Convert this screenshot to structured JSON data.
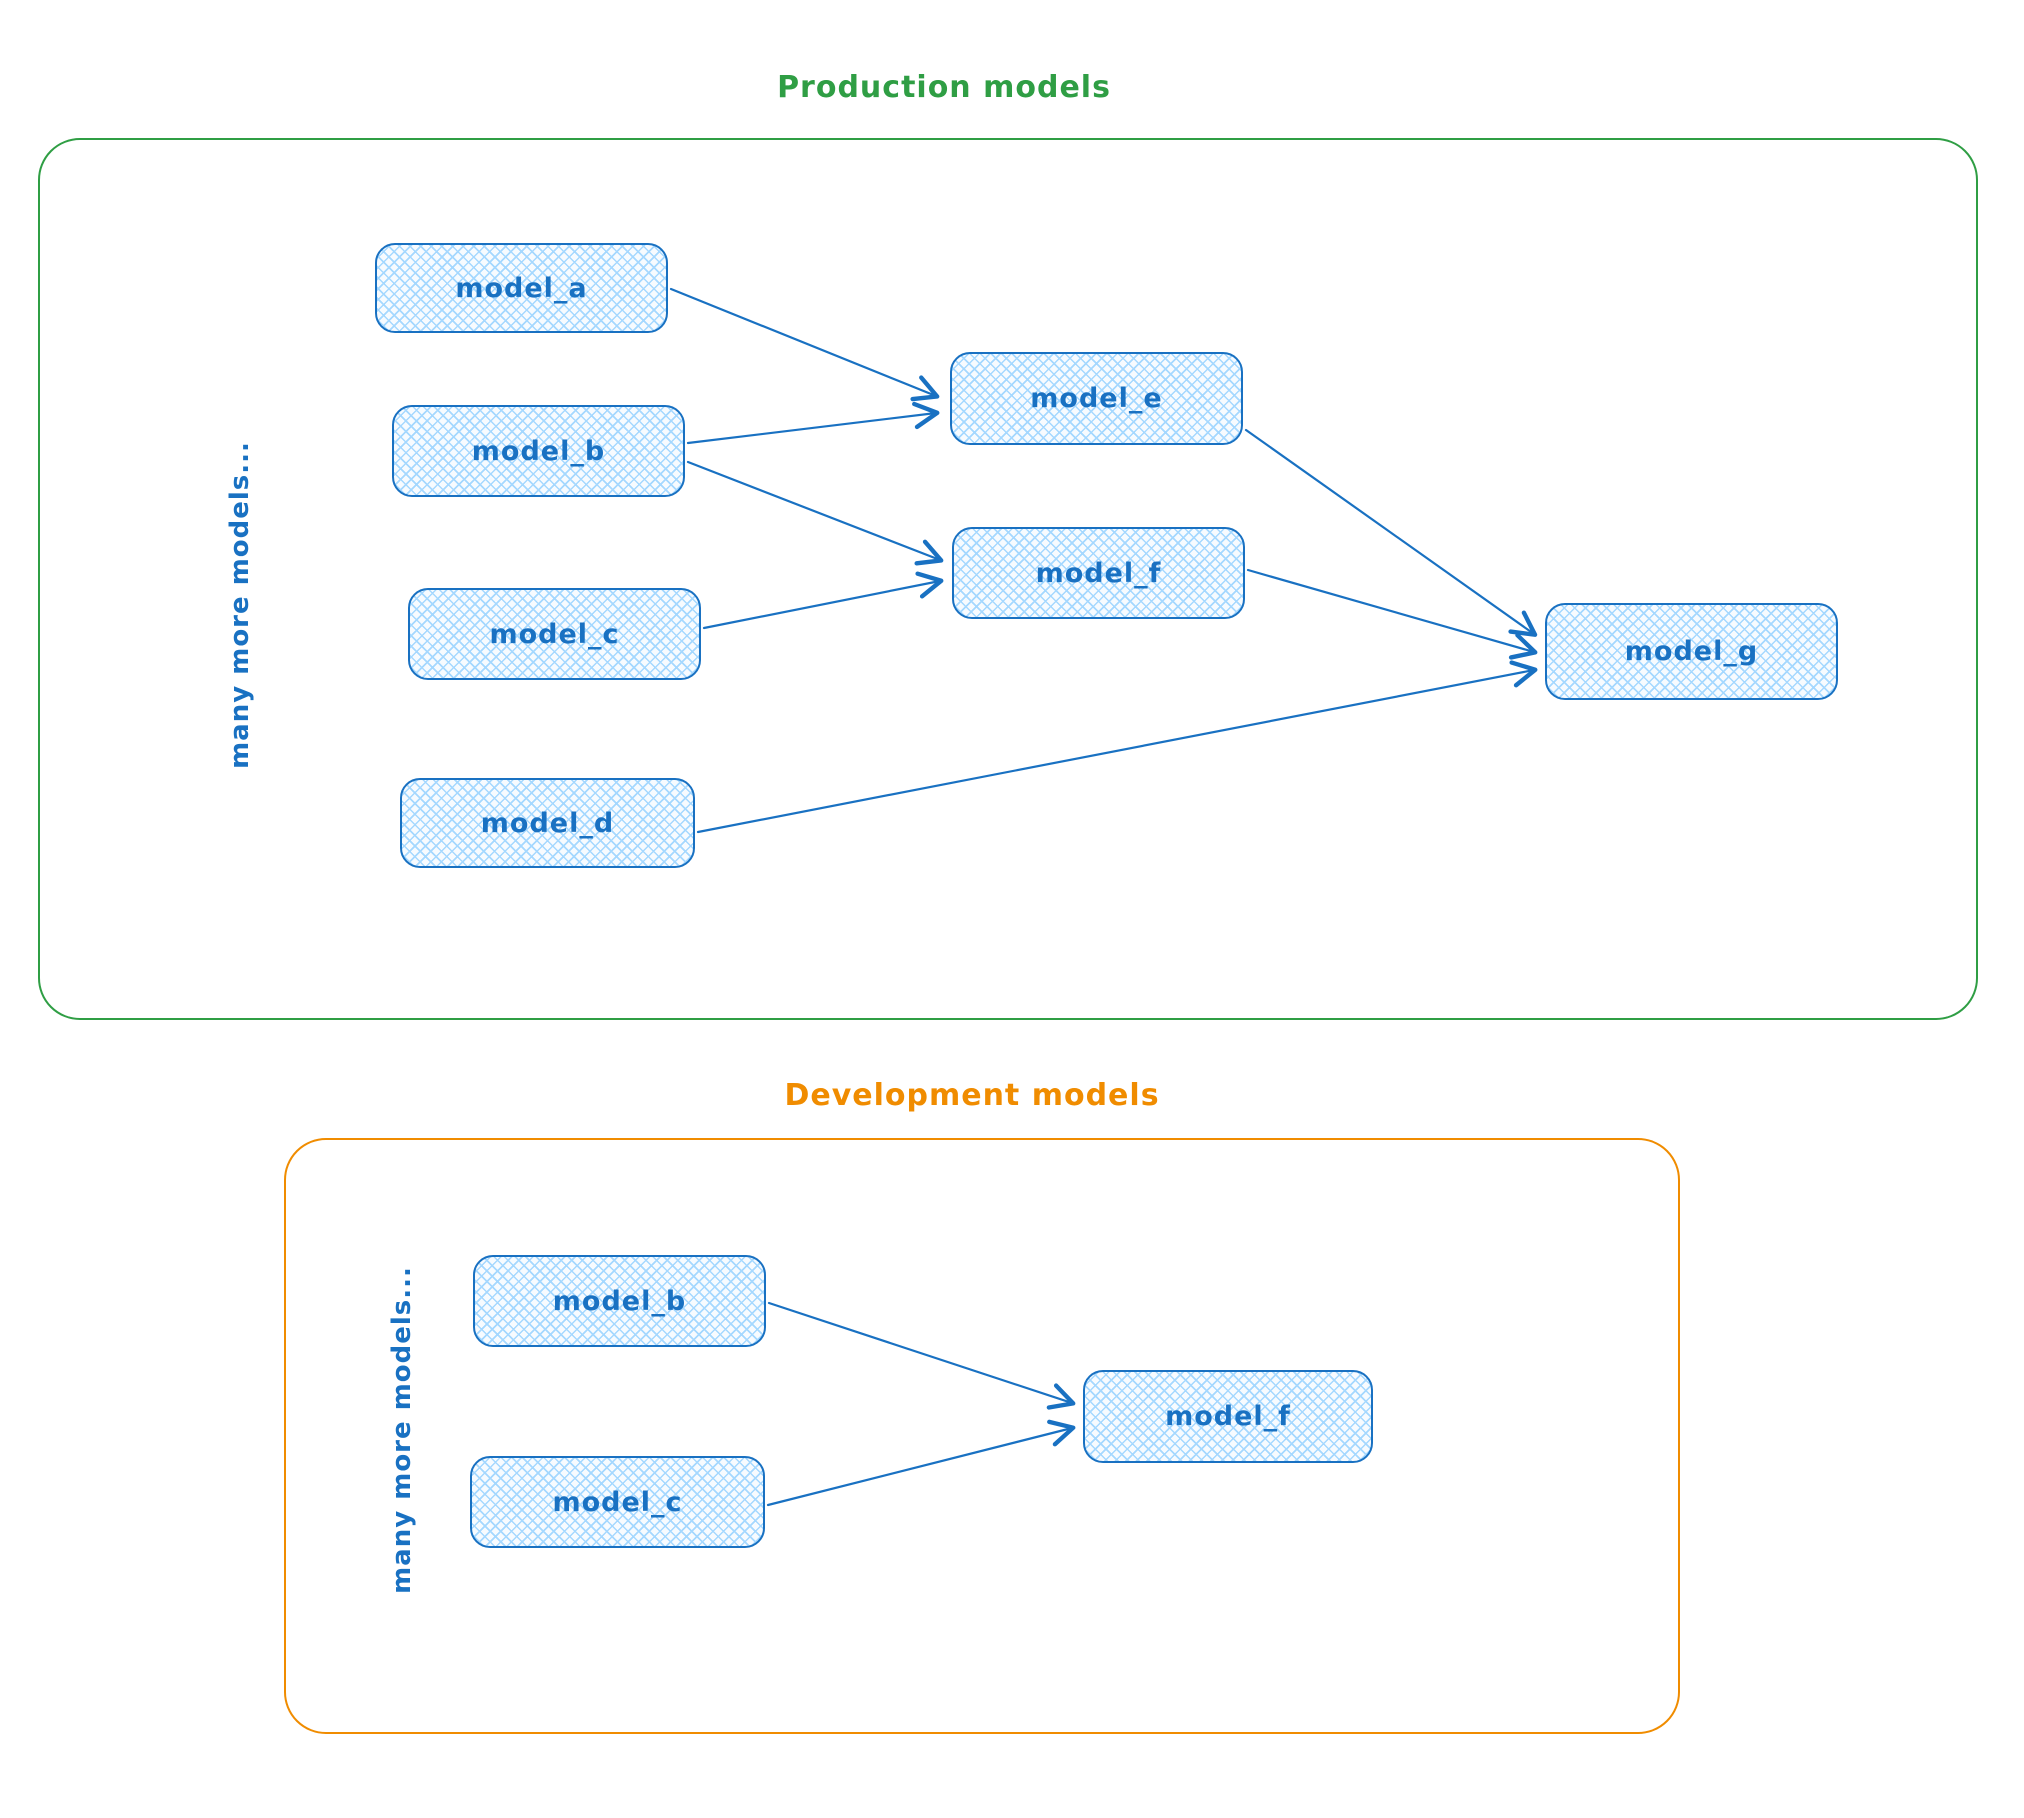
{
  "colors": {
    "node_stroke": "#1971c2",
    "node_fill_line": "#a5d8ff",
    "node_text": "#1971c2",
    "production_accent": "#2f9e44",
    "development_accent": "#f08c00",
    "background": "#ffffff"
  },
  "production": {
    "title": "Production models",
    "side_label": "many more models...",
    "nodes": [
      {
        "id": "model_a",
        "label": "model_a"
      },
      {
        "id": "model_b",
        "label": "model_b"
      },
      {
        "id": "model_c",
        "label": "model_c"
      },
      {
        "id": "model_d",
        "label": "model_d"
      },
      {
        "id": "model_e",
        "label": "model_e"
      },
      {
        "id": "model_f",
        "label": "model_f"
      },
      {
        "id": "model_g",
        "label": "model_g"
      }
    ],
    "edges": [
      {
        "from": "model_a",
        "to": "model_e"
      },
      {
        "from": "model_b",
        "to": "model_e"
      },
      {
        "from": "model_b",
        "to": "model_f"
      },
      {
        "from": "model_c",
        "to": "model_f"
      },
      {
        "from": "model_e",
        "to": "model_g"
      },
      {
        "from": "model_f",
        "to": "model_g"
      },
      {
        "from": "model_d",
        "to": "model_g"
      }
    ]
  },
  "development": {
    "title": "Development models",
    "side_label": "many more models...",
    "nodes": [
      {
        "id": "model_b",
        "label": "model_b"
      },
      {
        "id": "model_c",
        "label": "model_c"
      },
      {
        "id": "model_f",
        "label": "model_f"
      }
    ],
    "edges": [
      {
        "from": "model_b",
        "to": "model_f"
      },
      {
        "from": "model_c",
        "to": "model_f"
      }
    ]
  }
}
